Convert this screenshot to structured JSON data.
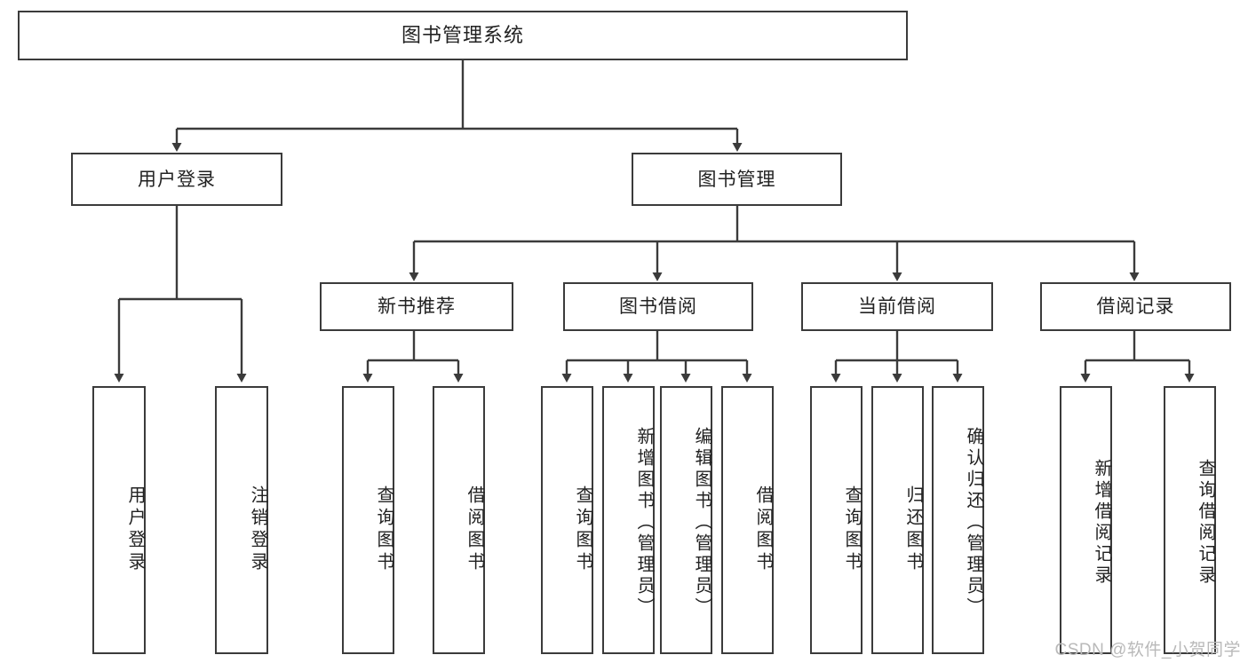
{
  "diagram": {
    "title": "图书管理系统",
    "type": "tree-hierarchy",
    "root": {
      "label": "图书管理系统"
    },
    "level2": [
      {
        "label": "用户登录"
      },
      {
        "label": "图书管理"
      }
    ],
    "level3": [
      {
        "label": "新书推荐"
      },
      {
        "label": "图书借阅"
      },
      {
        "label": "当前借阅"
      },
      {
        "label": "借阅记录"
      }
    ],
    "leaves": {
      "user_login": [
        {
          "label": "用户登录"
        },
        {
          "label": "注销登录"
        }
      ],
      "new_book_recommend": [
        {
          "label": "查询图书"
        },
        {
          "label": "借阅图书"
        }
      ],
      "book_borrow": [
        {
          "label": "查询图书"
        },
        {
          "label": "新增图书（管理员）"
        },
        {
          "label": "编辑图书（管理员）"
        },
        {
          "label": "借阅图书"
        }
      ],
      "current_borrow": [
        {
          "label": "查询图书"
        },
        {
          "label": "归还图书"
        },
        {
          "label": "确认归还（管理员）"
        }
      ],
      "borrow_record": [
        {
          "label": "新增借阅记录"
        },
        {
          "label": "查询借阅记录"
        }
      ]
    }
  },
  "watermark": {
    "text": "CSDN @软件_小贺同学"
  },
  "colors": {
    "stroke": "#3b3b3b",
    "box_fill": "#ffffff",
    "text": "#222222",
    "watermark": "#b9b9b9"
  }
}
